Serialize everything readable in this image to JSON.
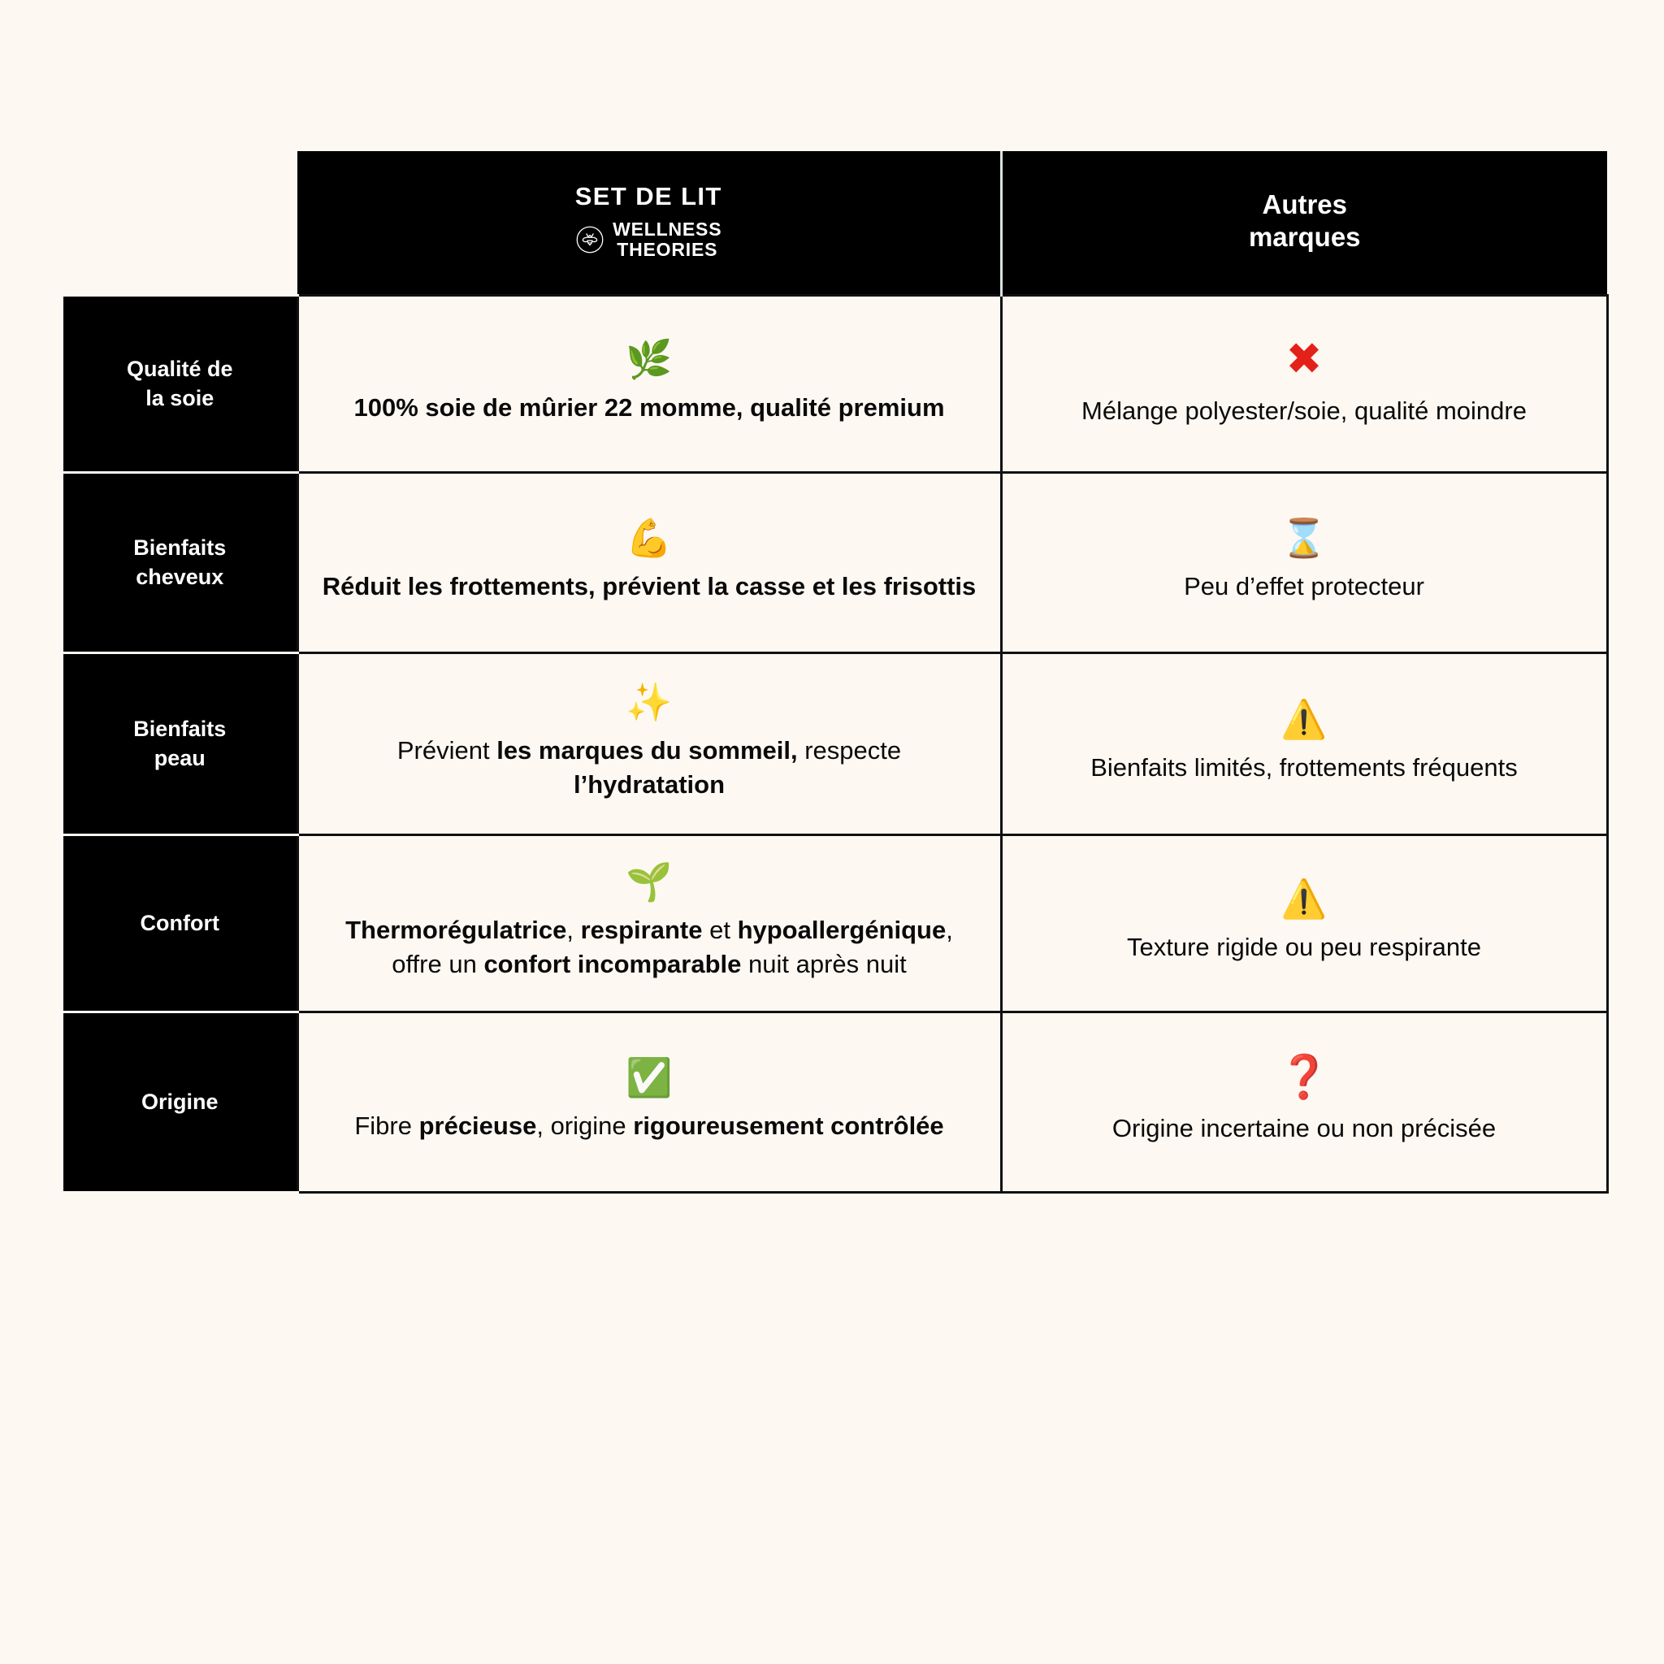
{
  "theme": {
    "background": "#FDF8F2",
    "header_bg": "#000000",
    "header_text": "#FFFFFF",
    "border": "#111111",
    "negative_accent": "#E32119",
    "question_accent": "#D3121A"
  },
  "header": {
    "label_column": "",
    "brand": {
      "title": "SET DE LIT",
      "logo_icon": "bee-logo-icon",
      "name_line1": "WELLNESS",
      "name_line2": "THEORIES"
    },
    "other": {
      "line1": "Autres",
      "line2": "marques"
    }
  },
  "rows": [
    {
      "label_line1": "Qualité de",
      "label_line2": "la soie",
      "brand": {
        "icon": "🌿",
        "icon_name": "herb-leaf-icon",
        "bold_all": true,
        "segments": [
          {
            "text": "100% soie de mûrier 22 momme, qualité premium",
            "bold": true
          }
        ]
      },
      "other": {
        "icon": "✖",
        "icon_name": "red-cross-icon",
        "icon_style": "glyph-x",
        "bold_all": false,
        "segments": [
          {
            "text": "Mélange polyester/soie, qualité moindre",
            "bold": false
          }
        ]
      }
    },
    {
      "label_line1": "Bienfaits",
      "label_line2": "cheveux",
      "brand": {
        "icon": "💪",
        "icon_name": "flexed-biceps-icon",
        "bold_all": true,
        "segments": [
          {
            "text": "Réduit les frottements, prévient la casse et les frisottis",
            "bold": true
          }
        ]
      },
      "other": {
        "icon": "⌛",
        "icon_name": "hourglass-icon",
        "icon_style": "",
        "bold_all": false,
        "segments": [
          {
            "text": "Peu d’effet protecteur",
            "bold": false
          }
        ]
      }
    },
    {
      "label_line1": "Bienfaits",
      "label_line2": "peau",
      "brand": {
        "icon": "✨",
        "icon_name": "sparkles-icon",
        "bold_all": false,
        "segments": [
          {
            "text": "Prévient ",
            "bold": false
          },
          {
            "text": "les marques du sommeil,",
            "bold": true
          },
          {
            "text": " respecte ",
            "bold": false
          },
          {
            "text": "l’hydratation",
            "bold": true
          }
        ]
      },
      "other": {
        "icon": "⚠️",
        "icon_name": "warning-triangle-icon",
        "icon_style": "",
        "bold_all": false,
        "segments": [
          {
            "text": "Bienfaits limités, frottements fréquents",
            "bold": false
          }
        ]
      }
    },
    {
      "label_line1": "Confort",
      "label_line2": "",
      "brand": {
        "icon": "🌱",
        "icon_name": "seedling-icon",
        "bold_all": false,
        "segments": [
          {
            "text": "Thermorégulatrice",
            "bold": true
          },
          {
            "text": ", ",
            "bold": false
          },
          {
            "text": "respirante",
            "bold": true
          },
          {
            "text": " et ",
            "bold": false
          },
          {
            "text": "hypoallergénique",
            "bold": true
          },
          {
            "text": ", offre un ",
            "bold": false
          },
          {
            "text": "confort incomparable",
            "bold": true
          },
          {
            "text": " nuit après nuit",
            "bold": false
          }
        ]
      },
      "other": {
        "icon": "⚠️",
        "icon_name": "warning-triangle-icon",
        "icon_style": "",
        "bold_all": false,
        "segments": [
          {
            "text": "Texture rigide ou peu respirante",
            "bold": false
          }
        ]
      }
    },
    {
      "label_line1": "Origine",
      "label_line2": "",
      "brand": {
        "icon": "✅",
        "icon_name": "green-check-icon",
        "bold_all": false,
        "segments": [
          {
            "text": "Fibre ",
            "bold": false
          },
          {
            "text": "précieuse",
            "bold": true
          },
          {
            "text": ", origine ",
            "bold": false
          },
          {
            "text": "rigoureusement contrôlée",
            "bold": true
          }
        ]
      },
      "other": {
        "icon": "❓",
        "icon_name": "red-question-mark-icon",
        "icon_style": "glyph-q",
        "bold_all": false,
        "segments": [
          {
            "text": "Origine incertaine ou non précisée",
            "bold": false
          }
        ]
      }
    }
  ]
}
